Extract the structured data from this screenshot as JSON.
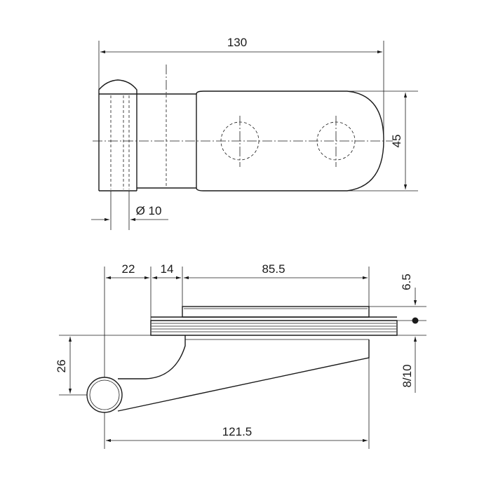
{
  "top_view": {
    "dim_width": "130",
    "dim_height": "45",
    "dim_pin": "Ø 10"
  },
  "side_view": {
    "dim_22": "22",
    "dim_14": "14",
    "dim_85_5": "85.5",
    "dim_6_5": "6.5",
    "dim_8_10": "8/10",
    "dim_26": "26",
    "dim_121_5": "121.5"
  }
}
